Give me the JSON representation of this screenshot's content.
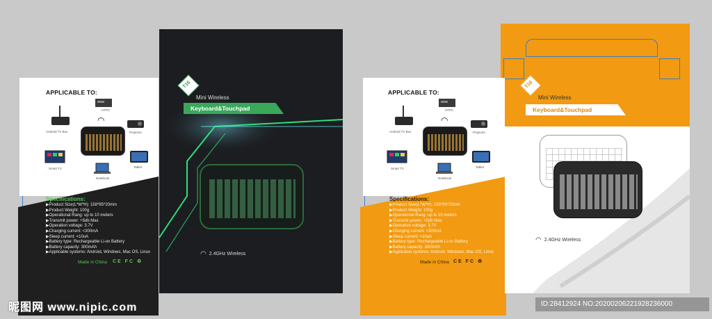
{
  "watermark": {
    "site": "昵图网 www.nipic.com"
  },
  "image_id": "ID:28412924 NO:20200206221928236000",
  "colors": {
    "background": "#c9c9c9",
    "dark_panel": "#1b1d20",
    "orange_panel": "#f29a12",
    "green_accent": "#3fbf6a",
    "dieline": "#3a7fc4"
  },
  "left_design": {
    "applicable_title": "APPLICABLE TO:",
    "devices": {
      "htpc": "HTPC",
      "android_tv_box": "Android TV Box",
      "projector": "Projector",
      "smart_tv": "Smart TV",
      "tablet": "Tablet",
      "notebook": "Notebook"
    },
    "specs_title": "Specifications:",
    "specs": [
      "▶Product Size(L*W*H): 158*95*20mm",
      "▶Product Weight: 100g",
      "▶Operational Rang: up to 10 meters",
      "▶Transmit power: +5db Max",
      "▶Operation voltage: 3.7V",
      "▶Charging current: <300mA",
      "▶Sleep current: <10uA",
      "▶Battery type: Rechargeable Li-on Battery",
      "▶Battery capacity: 300mAh",
      "▶Applicable systems: Android, Windows, Mac OS, Linux"
    ],
    "made_in": "Made in China",
    "certs": "CE FC ♻",
    "model": "T16",
    "mini_wireless": "Mini Wireless",
    "banner": "Keyboard&Touchpad",
    "wireless": "2.4GHz Wireless"
  },
  "right_design": {
    "applicable_title": "APPLICABLE TO:",
    "devices": {
      "htpc": "HTPC",
      "android_tv_box": "Android TV Box",
      "projector": "Projector",
      "smart_tv": "Smart TV",
      "tablet": "Tablet",
      "notebook": "Notebook"
    },
    "specs_title": "Specifications:",
    "specs": [
      "▶Product Size(L*W*H): 158*95*20mm",
      "▶Product Weight: 100g",
      "▶Operational Rang: up to 10 meters",
      "▶Transmit power: +5db Max",
      "▶Operation voltage: 3.7V",
      "▶Charging current: <300mA",
      "▶Sleep current: <10uA",
      "▶Battery type: Rechargeable Li-on Battery",
      "▶Battery capacity: 300mAh",
      "▶Applicable systems: Android, Windows, Mac OS, Linux"
    ],
    "made_in": "Made in China",
    "certs": "CE FC ♻",
    "model": "T16",
    "mini_wireless": "Mini Wireless",
    "banner": "Keyboard&Touchpad",
    "wireless": "2.4GHz Wireless"
  }
}
